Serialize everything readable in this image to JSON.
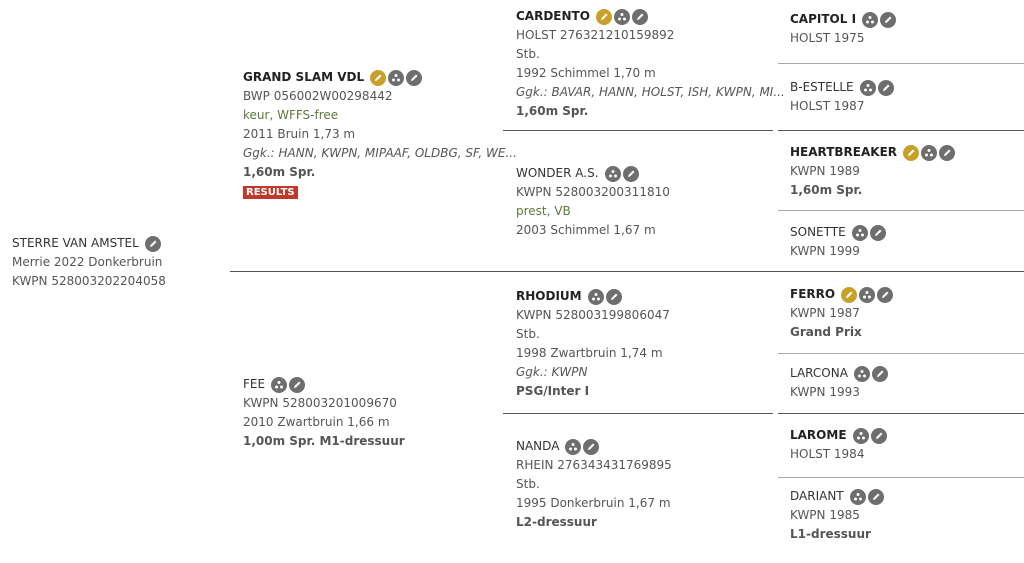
{
  "subject": {
    "name": "STERRE VAN AMSTEL",
    "line1": "Merrie 2022 Donkerbruin",
    "line2": "KWPN 528003202204058"
  },
  "sire": {
    "name": "GRAND SLAM VDL",
    "reg": "BWP 056002W00298442",
    "status": "keur, WFFS-free",
    "info": "2011 Bruin 1,73 m",
    "ggk": "Ggk.: HANN, KWPN, MIPAAF, OLDBG, SF, WE...",
    "perf": "1,60m Spr.",
    "results_label": "RESULTS"
  },
  "dam": {
    "name": "FEE",
    "reg": "KWPN 528003201009670",
    "info": "2010 Zwartbruin 1,66 m",
    "perf": "1,00m Spr. M1-dressuur"
  },
  "ss": {
    "name": "CARDENTO",
    "reg": "HOLST 276321210159892",
    "stb": "Stb.",
    "info": "1992 Schimmel 1,70 m",
    "ggk": "Ggk.: BAVAR, HANN, HOLST, ISH, KWPN, MI...",
    "perf": "1,60m Spr."
  },
  "sd": {
    "name": "WONDER A.S.",
    "reg": "KWPN 528003200311810",
    "status": "prest, VB",
    "info": "2003 Schimmel 1,67 m"
  },
  "ds": {
    "name": "RHODIUM",
    "reg": "KWPN 528003199806047",
    "stb": "Stb.",
    "info": "1998 Zwartbruin 1,74 m",
    "ggk": "Ggk.: KWPN",
    "perf": "PSG/Inter I"
  },
  "dd": {
    "name": "NANDA",
    "reg": "RHEIN 276343431769895",
    "stb": "Stb.",
    "info": "1995 Donkerbruin 1,67 m",
    "perf": "L2-dressuur"
  },
  "g1": {
    "name": "CAPITOL I",
    "reg": "HOLST 1975"
  },
  "g2": {
    "name": "B-ESTELLE",
    "reg": "HOLST 1987"
  },
  "g3": {
    "name": "HEARTBREAKER",
    "reg": "KWPN 1989",
    "perf": "1,60m Spr."
  },
  "g4": {
    "name": "SONETTE",
    "reg": "KWPN 1999"
  },
  "g5": {
    "name": "FERRO",
    "reg": "KWPN 1987",
    "perf": "Grand Prix"
  },
  "g6": {
    "name": "LARCONA",
    "reg": "KWPN 1993"
  },
  "g7": {
    "name": "LAROME",
    "reg": "HOLST 1984"
  },
  "g8": {
    "name": "DARIANT",
    "reg": "KWPN 1985",
    "perf": "L1-dressuur"
  },
  "icons": {
    "edit": "pencil-icon",
    "pedigree": "pedigree-tree-icon",
    "offspring": "offspring-icon"
  },
  "colors": {
    "gold_icon": "#c7a12a",
    "grey_icon": "#6e6e6e",
    "results_badge": "#c0392b",
    "status_green": "#5b7a3a"
  }
}
